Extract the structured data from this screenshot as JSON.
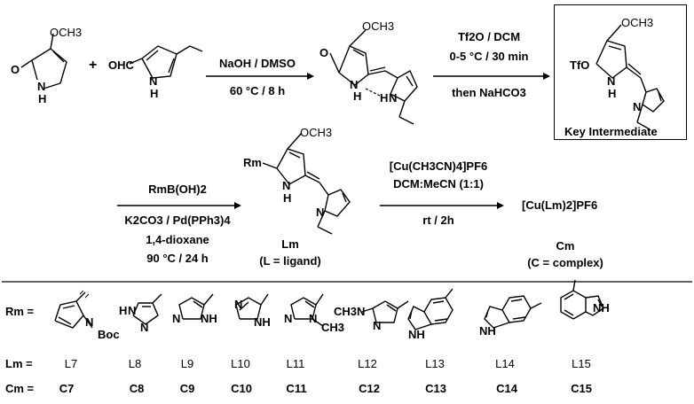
{
  "step1": {
    "reagent_top": "NaOH / DMSO",
    "condition_bottom": "60 °C / 8 h"
  },
  "step2": {
    "reagent_top": "Tf2O / DCM",
    "condition_mid": "0-5 °C / 30 min",
    "condition_bottom": "then NaHCO3"
  },
  "key_intermediate": {
    "label": "Key Intermediate"
  },
  "step3": {
    "reagent_top": "RmB(OH)2",
    "catalyst": "K2CO3 / Pd(PPh3)4",
    "solvent": "1,4-dioxane",
    "condition": "90 °C / 24 h"
  },
  "ligand": {
    "symbol": "Lm",
    "label": "(L = ligand)"
  },
  "step4": {
    "reagent": "[Cu(CH3CN)4]PF6",
    "solvent": "DCM:MeCN (1:1)",
    "condition": "rt / 2h"
  },
  "complex": {
    "formula": "[Cu(Lm)2]PF6",
    "symbol": "Cm",
    "label": "(C = complex)"
  },
  "table": {
    "row_r_label": "Rm =",
    "row_l_label": "Lm =",
    "row_c_label": "Cm =",
    "ligands": [
      "L7",
      "L8",
      "L9",
      "L10",
      "L11",
      "L12",
      "L13",
      "L14",
      "L15"
    ],
    "complexes": [
      "C7",
      "C8",
      "C9",
      "C10",
      "C11",
      "C12",
      "C13",
      "C14",
      "C15"
    ]
  },
  "atoms": {
    "methoxy": "OCH3",
    "oxygen": "O",
    "nitrogen": "N",
    "hydrogen": "H",
    "aldehyde": "OHC",
    "plus": "+",
    "triflate": "TfO",
    "boc": "Boc",
    "methyl": "CH3",
    "r_group": "Rm"
  }
}
